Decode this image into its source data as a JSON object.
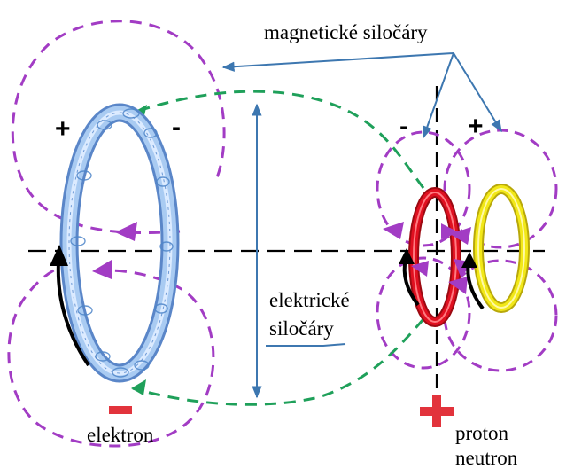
{
  "labels": {
    "magnetic_field_lines": "magnetické siločáry",
    "electric_field_lines_1": "elektrické",
    "electric_field_lines_2": "siločáry",
    "electron": "elektron",
    "proton": "proton",
    "neutron": "neutron"
  },
  "signs": {
    "electron_left_pole": "+",
    "electron_right_pole": "-",
    "proton_left_pole": "-",
    "proton_right_pole": "+"
  },
  "colors": {
    "magnetic_line": "#a23cc4",
    "electric_line": "#1fa05a",
    "pointer_line": "#3d77b0",
    "electron_ring": "#8ab4ea",
    "proton_ring": "#e01020",
    "neutron_ring": "#f2e818",
    "charge_symbol": "#e2333c",
    "axis": "#000000",
    "rotation_arrow": "#000000"
  }
}
